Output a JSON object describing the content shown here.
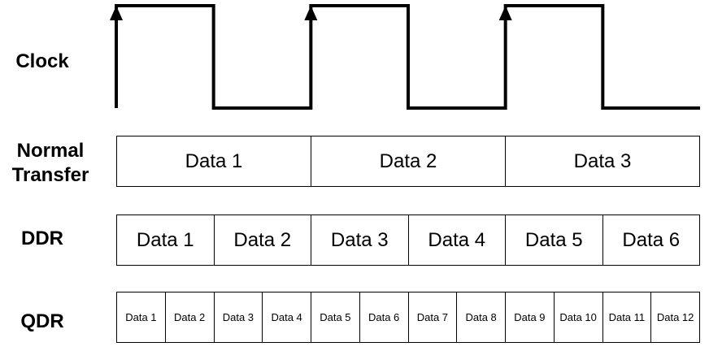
{
  "labels": {
    "clock": "Clock",
    "normal": [
      "Normal",
      "Transfer"
    ],
    "ddr": "DDR",
    "qdr": "QDR"
  },
  "clock": {
    "cycles": 3,
    "edge_marker": "arrow-up",
    "color": "#000000"
  },
  "normal_transfer": [
    "Data 1",
    "Data 2",
    "Data 3"
  ],
  "ddr": [
    "Data 1",
    "Data 2",
    "Data 3",
    "Data 4",
    "Data 5",
    "Data 6"
  ],
  "qdr": [
    "Data 1",
    "Data 2",
    "Data 3",
    "Data 4",
    "Data 5",
    "Data 6",
    "Data 7",
    "Data 8",
    "Data 9",
    "Data 10",
    "Data 11",
    "Data 12"
  ]
}
